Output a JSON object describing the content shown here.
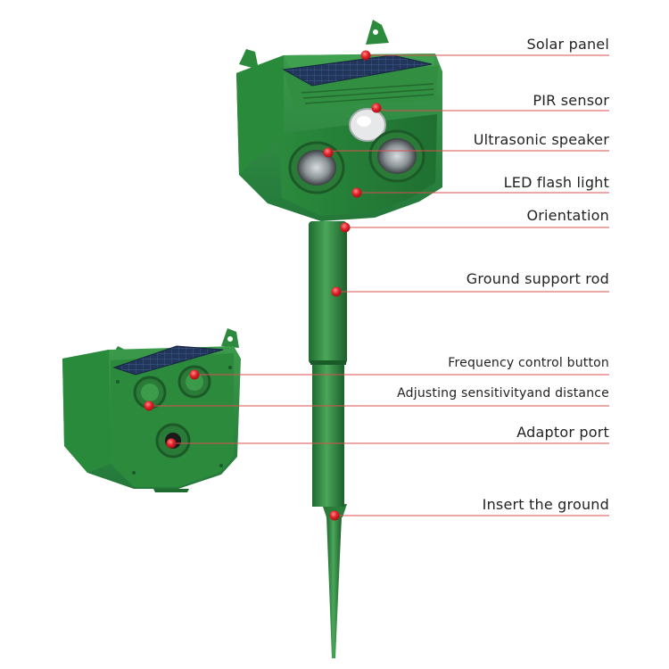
{
  "colors": {
    "body_dark": "#1d6b2f",
    "body_mid": "#2f8a3e",
    "body_light": "#48a857",
    "solar": "#23365c",
    "marker": "#e0202a",
    "leader": "#d9504f"
  },
  "callouts": [
    {
      "id": "solar-panel",
      "text": "Solar panel"
    },
    {
      "id": "pir-sensor",
      "text": "PIR sensor"
    },
    {
      "id": "ultrasonic-speaker",
      "text": "Ultrasonic speaker"
    },
    {
      "id": "led-flash-light",
      "text": "LED flash light"
    },
    {
      "id": "orientation",
      "text": "Orientation"
    },
    {
      "id": "ground-support-rod",
      "text": "Ground support rod"
    },
    {
      "id": "frequency-control-button",
      "text": "Frequency control button"
    },
    {
      "id": "adjusting-sensitivity",
      "text": "Adjusting sensitivityand distance"
    },
    {
      "id": "adaptor-port",
      "text": "Adaptor port"
    },
    {
      "id": "insert-the-ground",
      "text": "Insert the ground"
    }
  ]
}
